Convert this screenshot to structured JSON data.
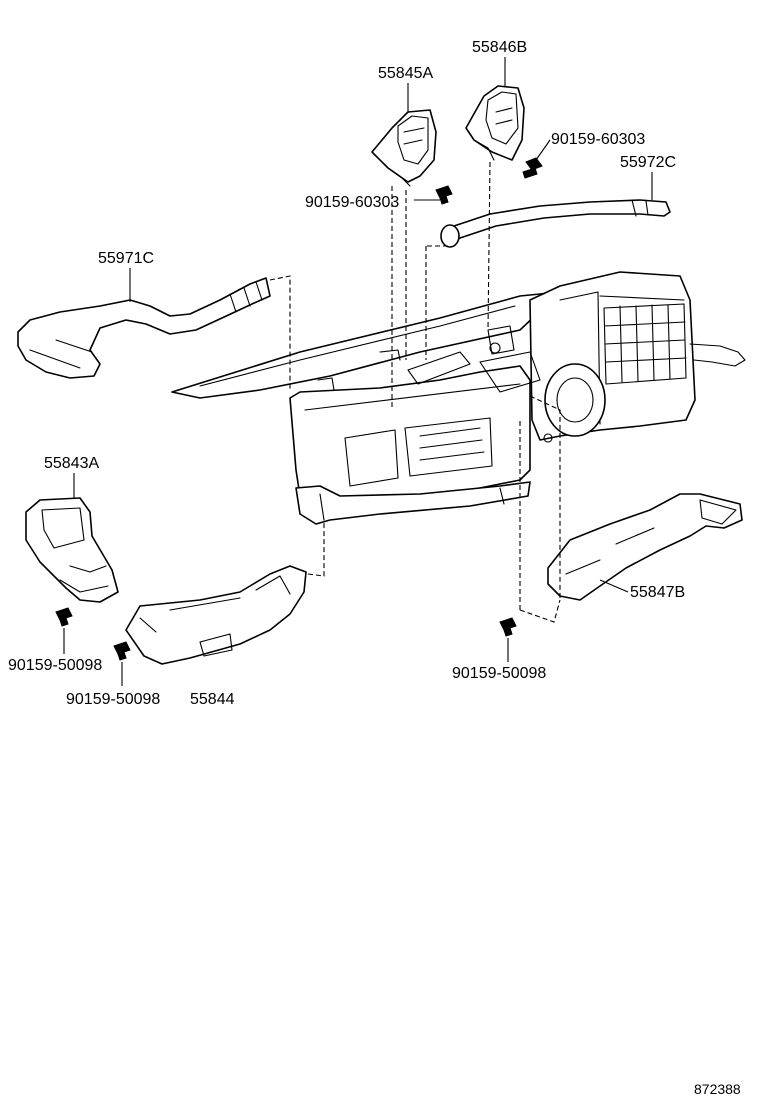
{
  "parts": {
    "p55846B": "55846B",
    "p55845A": "55845A",
    "p90159_60303_upper": "90159-60303",
    "p55972C": "55972C",
    "p90159_60303_lower": "90159-60303",
    "p55971C": "55971C",
    "p55843A": "55843A",
    "p90159_50098_left": "90159-50098",
    "p90159_50098_mid": "90159-50098",
    "p55844": "55844",
    "p55847B": "55847B",
    "p90159_50098_right": "90159-50098"
  },
  "footer": {
    "diagram_number": "872388"
  }
}
